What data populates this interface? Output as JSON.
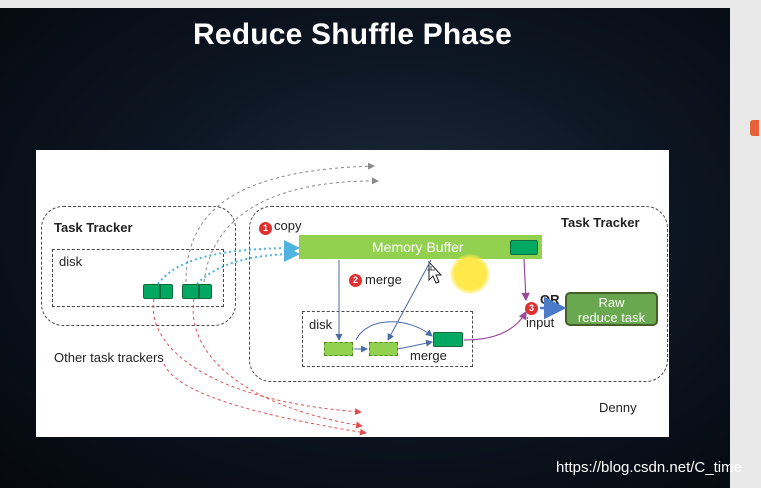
{
  "slide": {
    "title": "Reduce Shuffle Phase"
  },
  "diagram": {
    "left_tracker": {
      "title": "Task Tracker",
      "disk_label": "disk"
    },
    "right_tracker": {
      "title": "Task Tracker",
      "disk_label": "disk"
    },
    "steps": [
      {
        "number": "1",
        "label": "copy"
      },
      {
        "number": "2",
        "label": "merge"
      },
      {
        "number": "3",
        "label": "input"
      }
    ],
    "memory_buffer_label": "Memory Buffer",
    "merge_label": "merge",
    "or_label": "OR",
    "raw_task_line1": "Raw",
    "raw_task_line2": "reduce task",
    "other_trackers_label": "Other task trackers",
    "author": "Denny"
  },
  "watermark": "https://blog.csdn.net/C_time",
  "colors": {
    "light_green": "#92d050",
    "dark_green": "#00a862",
    "copy_arrow_blue": "#4fb3e0",
    "other_arrow_red": "#e05050",
    "merge_arrow": "#4a6aa8",
    "step_badge_red": "#e03030"
  }
}
